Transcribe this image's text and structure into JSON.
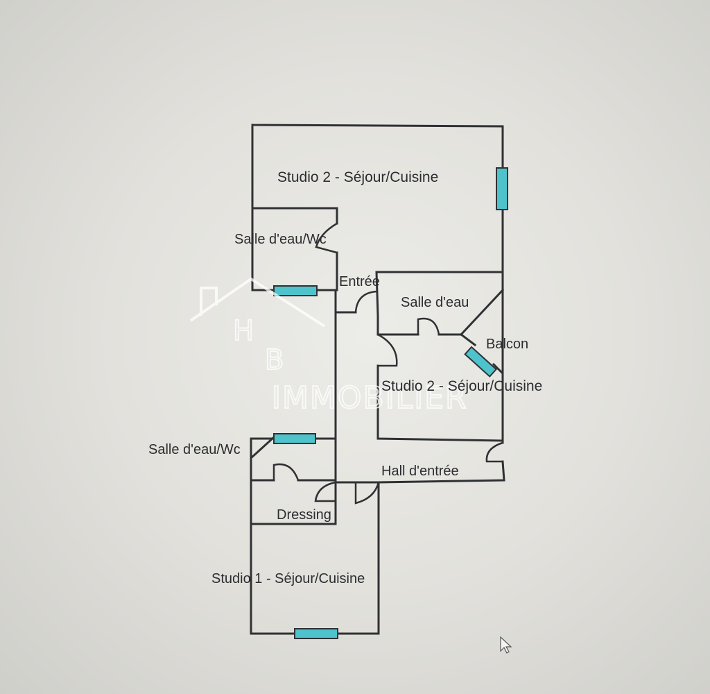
{
  "plan": {
    "rooms": {
      "studio2_top": "Studio 2 - Séjour/Cuisine",
      "salle_eau_wc_top": "Salle d'eau/Wc",
      "entree": "Entrée",
      "salle_eau_mid": "Salle d'eau",
      "balcon": "Balcon",
      "studio2_mid": "Studio 2 - Séjour/Cuisine",
      "salle_eau_wc_left": "Salle d'eau/Wc",
      "hall": "Hall d'entrée",
      "dressing": "Dressing",
      "studio1": "Studio 1 - Séjour/Cuisine"
    },
    "colors": {
      "wall": "#2f3134",
      "window": "#4fc3cc",
      "background": "#e4e3de"
    }
  },
  "watermark": {
    "letter_h": "H",
    "letter_b": "B",
    "text": "IMMOBILIER",
    "icon": "house-roof-icon"
  }
}
